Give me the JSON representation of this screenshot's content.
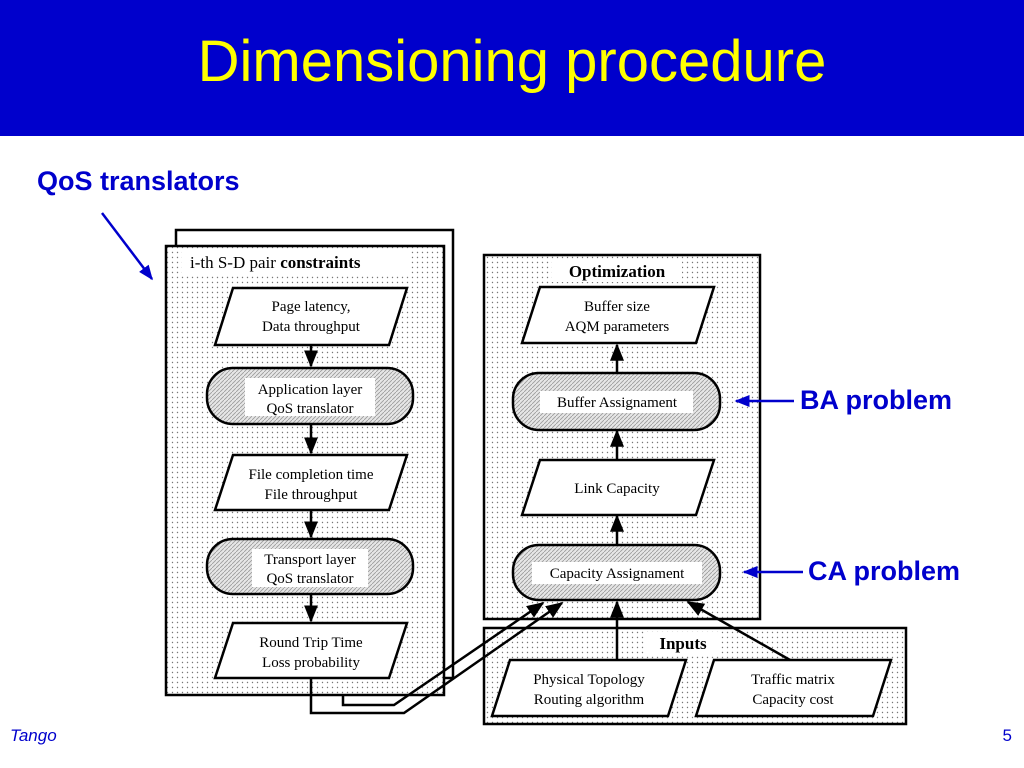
{
  "title": "Dimensioning procedure",
  "labels": {
    "qos_translators": "QoS translators",
    "ba_problem": "BA problem",
    "ca_problem": "CA problem"
  },
  "footer": {
    "left": "Tango",
    "page_number": "5"
  },
  "diagram": {
    "left_panel": {
      "header_prefix": "i-th S-D pair ",
      "header_bold": "constraints",
      "page_latency": [
        "Page latency,",
        "Data throughput"
      ],
      "app_translator": [
        "Application layer",
        "QoS translator"
      ],
      "file_completion": [
        "File completion time",
        "File throughput"
      ],
      "transport_translator": [
        "Transport layer",
        "QoS translator"
      ],
      "rtt": [
        "Round Trip Time",
        "Loss probability"
      ]
    },
    "optimization_panel": {
      "header": "Optimization",
      "buffer_size": [
        "Buffer size",
        "AQM parameters"
      ],
      "buffer_assignment": "Buffer Assignament",
      "link_capacity": "Link Capacity",
      "capacity_assignment": "Capacity Assignament"
    },
    "inputs_panel": {
      "header": "Inputs",
      "physical_topology": [
        "Physical Topology",
        "Routing algorithm"
      ],
      "traffic_matrix": [
        "Traffic matrix",
        "Capacity cost"
      ]
    }
  },
  "colors": {
    "title_bar": "#0000cc",
    "title_text": "#ffff00",
    "label_text": "#0000cc"
  }
}
